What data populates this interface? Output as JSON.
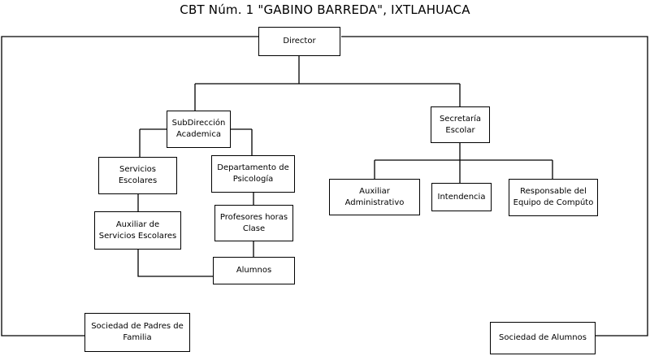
{
  "title": "CBT Núm. 1 \"GABINO BARREDA\", IXTLAHUACA",
  "nodes": {
    "director": "Director",
    "subdireccion": "SubDirección\nAcademica",
    "secretaria": "Secretaría\nEscolar",
    "servicios": "Servicios\nEscolares",
    "psicologia": "Departamento de\nPsicología",
    "auxiliar_servicios": "Auxiliar de\nServicios Escolares",
    "profesores": "Profesores horas\nClase",
    "alumnos": "Alumnos",
    "auxiliar_admin": "Auxiliar\nAdministrativo",
    "intendencia": "Intendencia",
    "computo": "Responsable del\nEquipo de Compúto",
    "padres": "Sociedad de Padres de\nFamilia",
    "soc_alumnos": "Sociedad de Alumnos"
  }
}
